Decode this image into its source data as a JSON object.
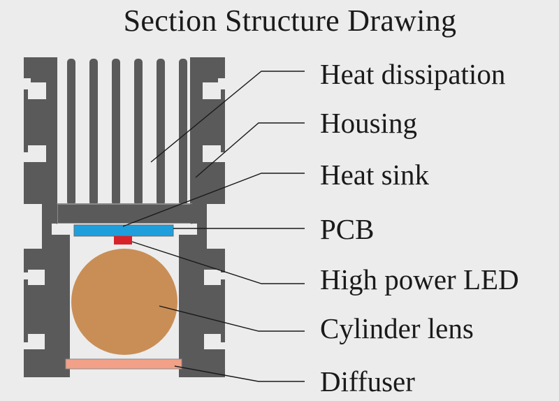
{
  "title": "Section Structure Drawing",
  "labels": {
    "heat_dissipation": "Heat dissipation",
    "housing": "Housing",
    "heat_sink": "Heat sink",
    "pcb": "PCB",
    "led": "High power LED",
    "lens": "Cylinder lens",
    "diffuser": "Diffuser"
  },
  "colors": {
    "background": "#ececec",
    "housing": "#5a5a5a",
    "pcb": "#1e9fdc",
    "led": "#d8222a",
    "lens": "#c98e56",
    "diffuser": "#f2a088",
    "leader_line": "#1a1a1a"
  }
}
